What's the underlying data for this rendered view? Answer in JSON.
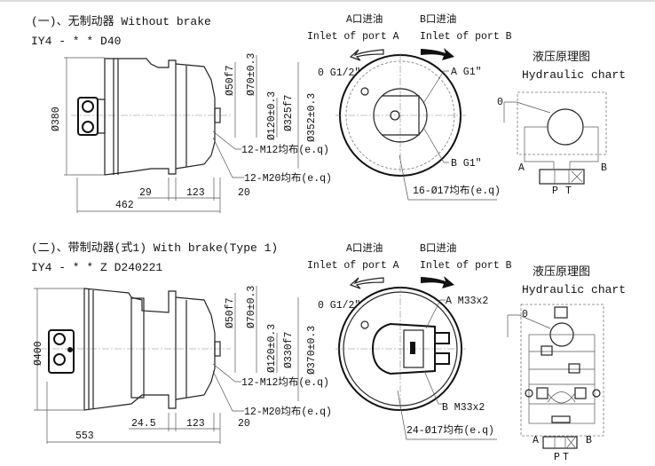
{
  "section1": {
    "title": "(一)、无制动器 Without brake",
    "model": "IY4 - * * D40",
    "side_view": {
      "dia_outer": "Ø380",
      "dia_50": "Ø50f7",
      "dia_70": "Ø70±0.3",
      "dia_120": "Ø120±0.3",
      "dia_pilot": "Ø325f7",
      "dia_pcd": "Ø352±0.3",
      "bolt1": "12-M12均布(e.q)",
      "bolt2": "12-M20均布(e.q)",
      "dim_a": "29",
      "dim_b": "123",
      "dim_c": "20",
      "dim_total": "462"
    },
    "end_view": {
      "port_a_cn": "A口进油",
      "port_a_en": "Inlet of port A",
      "port_b_cn": "B口进油",
      "port_b_en": "Inlet of port B",
      "drain": "0 G1/2\"",
      "port_a": "A G1\"",
      "port_b": "B G1\"",
      "holes": "16-Ø17均布(e.q)"
    },
    "hydraulic": {
      "title_cn": "液压原理图",
      "title_en": "Hydraulic chart",
      "o": "0",
      "a": "A",
      "b": "B",
      "p": "P",
      "t": "T"
    }
  },
  "section2": {
    "title": "(二)、带制动器(式1) With brake(Type 1)",
    "model": "IY4 - * * Z D240221",
    "side_view": {
      "dia_outer": "Ø400",
      "dia_50": "Ø50f7",
      "dia_70": "Ø70±0.3",
      "dia_120": "Ø120±0.3",
      "dia_pilot": "Ø330f7",
      "dia_pcd": "Ø370±0.3",
      "bolt1": "12-M12均布(e.q)",
      "bolt2": "12-M20均布(e.q)",
      "dim_a": "24.5",
      "dim_b": "123",
      "dim_c": "20",
      "dim_total": "553"
    },
    "end_view": {
      "port_a_cn": "A口进油",
      "port_a_en": "Inlet of port A",
      "port_b_cn": "B口进油",
      "port_b_en": "Inlet of port B",
      "drain": "0 G1/2\"",
      "port_a": "A M33x2",
      "port_b": "B M33x2",
      "holes": "24-Ø17均布(e.q)"
    },
    "hydraulic": {
      "title_cn": "液压原理图",
      "title_en": "Hydraulic chart",
      "o": "0",
      "a": "A",
      "b": "B",
      "p": "P",
      "t": "T"
    }
  }
}
